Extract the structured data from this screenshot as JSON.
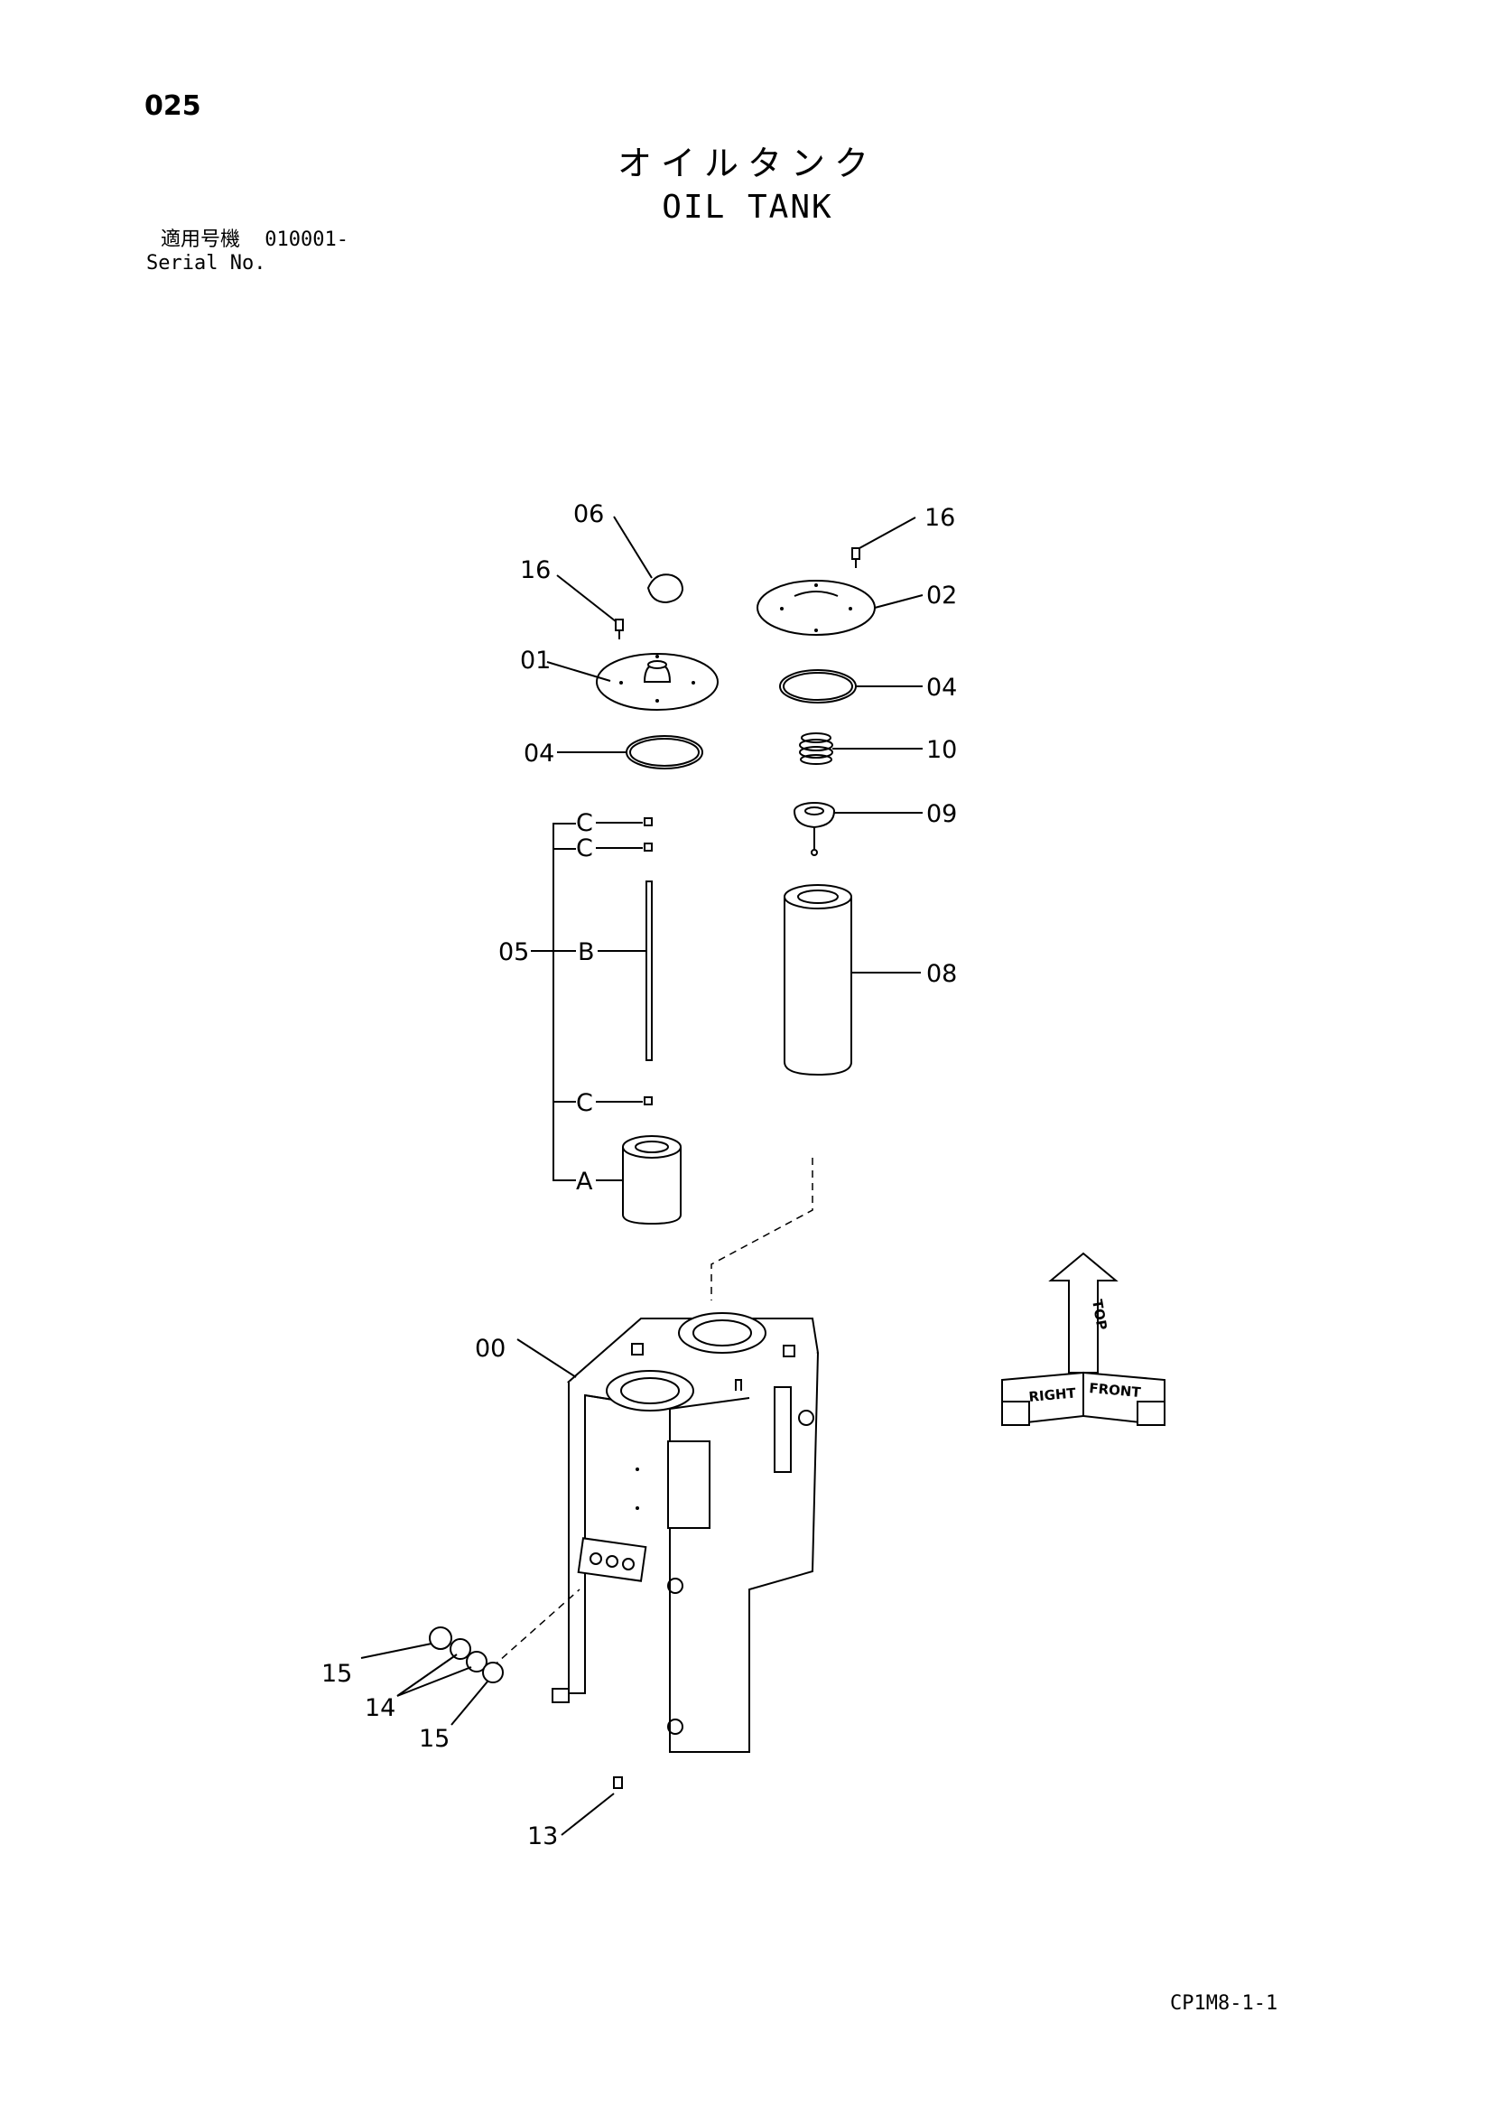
{
  "page_number": "025",
  "title_jp": "オイルタンク",
  "title_en": "OIL TANK",
  "serial": {
    "label_jp": "適用号機",
    "value": "010001-",
    "label_en": "Serial No."
  },
  "drawing_code": "CP1M8-1-1",
  "callouts": {
    "c06": "06",
    "c16a": "16",
    "c16b": "16",
    "c02": "02",
    "c01": "01",
    "c04a": "04",
    "c04b": "04",
    "c10": "10",
    "c09": "09",
    "c08": "08",
    "c05": "05",
    "c00": "00",
    "c15a": "15",
    "c14": "14",
    "c15b": "15",
    "c13": "13"
  },
  "sub_callouts": {
    "a": "A",
    "b": "B",
    "c1": "C",
    "c2": "C",
    "c3": "C"
  },
  "orientation_indicator": {
    "top": "TOP",
    "right": "RIGHT",
    "front": "FRONT"
  }
}
